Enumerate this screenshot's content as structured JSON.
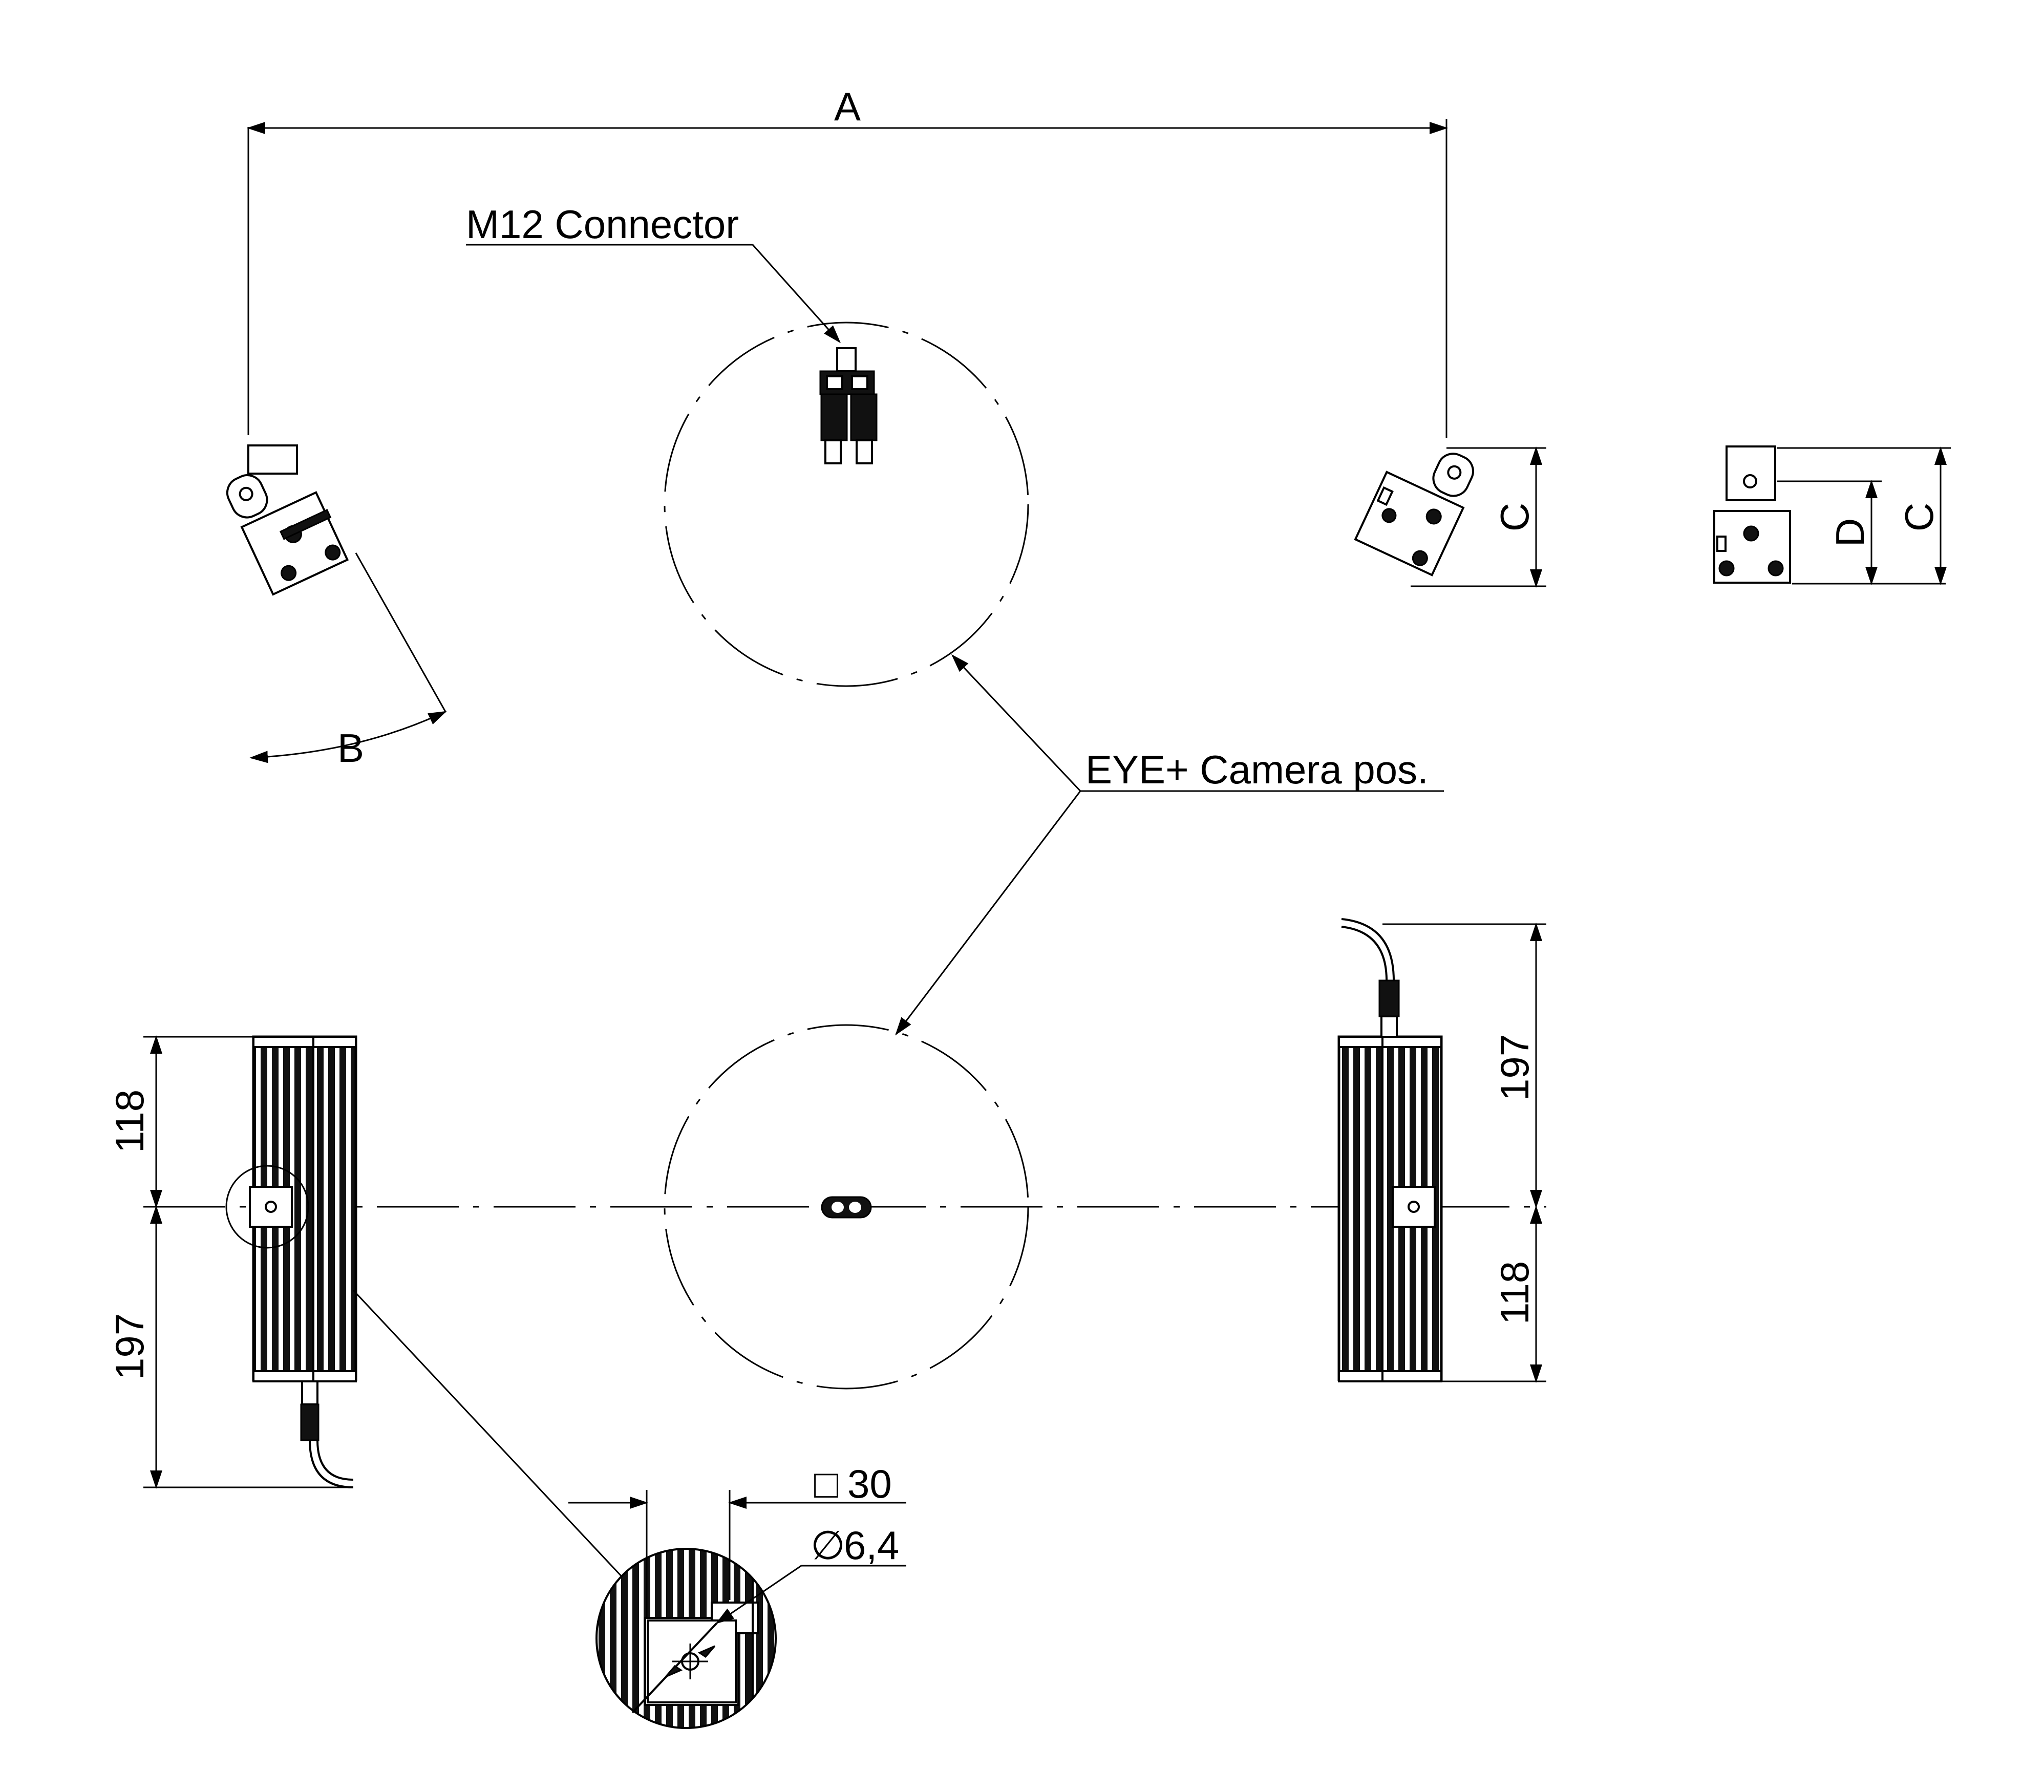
{
  "labels": {
    "dim_a": "A",
    "dim_b": "B",
    "dim_c": "C",
    "dim_d": "D",
    "m12_connector": "M12 Connector",
    "eye_camera": "EYE+ Camera pos.",
    "len_118": "118",
    "len_197": "197",
    "square_30": "30",
    "square_symbol": "□",
    "diameter_symbol": "∅",
    "diameter_value": "6,4"
  }
}
